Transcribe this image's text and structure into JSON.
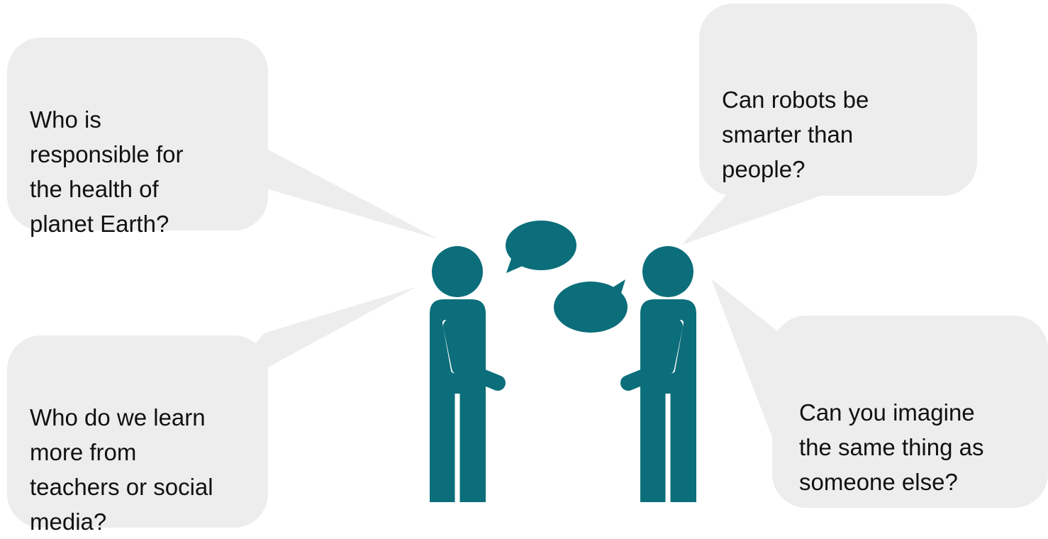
{
  "bubbles": {
    "top_left": "Who is\nresponsible for\nthe health of\nplanet Earth?",
    "top_right": "Can robots be\nsmarter than\npeople?",
    "bottom_left": "Who do we learn\nmore from\nteachers or social\nmedia?",
    "bottom_right": "Can you imagine\nthe same thing as\nsomeone else?"
  },
  "colors": {
    "bubble_fill": "#ededed",
    "figure_teal": "#0b6e7a",
    "text": "#111111"
  },
  "icons": [
    "person-icon",
    "person-icon",
    "speech-bubble-icon",
    "speech-bubble-icon"
  ]
}
